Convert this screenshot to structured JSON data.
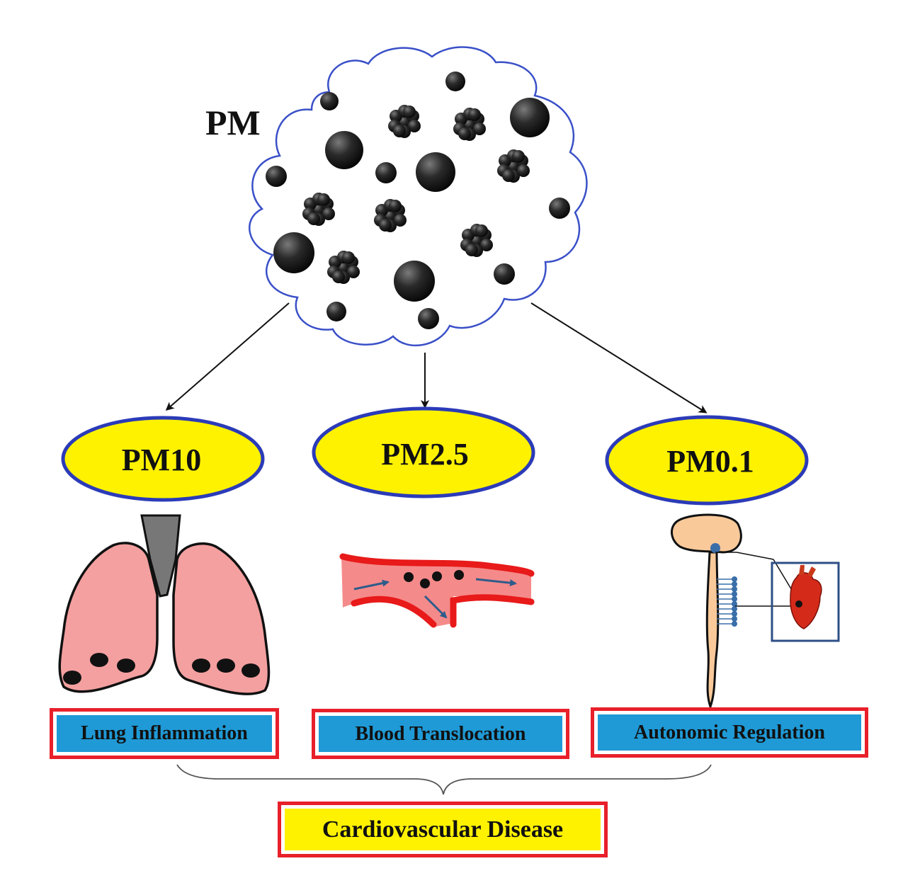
{
  "source": {
    "label": "PM"
  },
  "fractions": [
    {
      "id": "pm10",
      "label": "PM10",
      "effect": "Lung Inflammation"
    },
    {
      "id": "pm25",
      "label": "PM2.5",
      "effect": "Blood Translocation"
    },
    {
      "id": "pm01",
      "label": "PM0.1",
      "effect": "Autonomic Regulation"
    }
  ],
  "outcome": {
    "label": "Cardiovascular Disease"
  },
  "colors": {
    "cloud_outline": "#3a50c8",
    "particle": "#1a1a1a",
    "ellipse_fill": "#fff200",
    "ellipse_outline": "#2b3bb8",
    "effect_box_fill": "#1f9ad6",
    "box_border": "#e8202a",
    "outcome_box_fill": "#fff200",
    "lung_fill": "#f4a0a0",
    "trachea_fill": "#777777",
    "vessel_fill": "#f58a8a",
    "vessel_wall": "#e81a1a",
    "arrow_blue": "#2e5c8a",
    "brain_fill": "#f9c99a",
    "nerve_blue": "#3a6ea8",
    "heart_red": "#d42a1a"
  },
  "icons": [
    "cloud-of-particles-icon",
    "lungs-icon",
    "blood-vessel-icon",
    "brain-spinal-cord-icon",
    "heart-icon",
    "curly-brace-icon"
  ]
}
